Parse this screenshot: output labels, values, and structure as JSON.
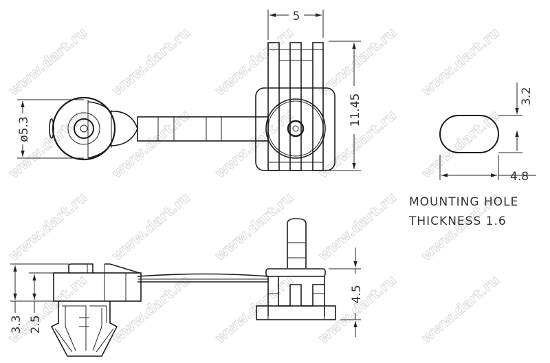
{
  "watermark": "www.dart.ru",
  "dimensions": {
    "top_width": "5",
    "top_height": "11.45",
    "clip_diameter": "ø5.3",
    "hole_height": "3.2",
    "hole_width": "4.8",
    "side_height_total": "3.3",
    "side_height_head": "2.5",
    "side_height_base": "4.5"
  },
  "notes": {
    "line1": "MOUNTING HOLE",
    "line2": "THICKNESS 1.6"
  }
}
